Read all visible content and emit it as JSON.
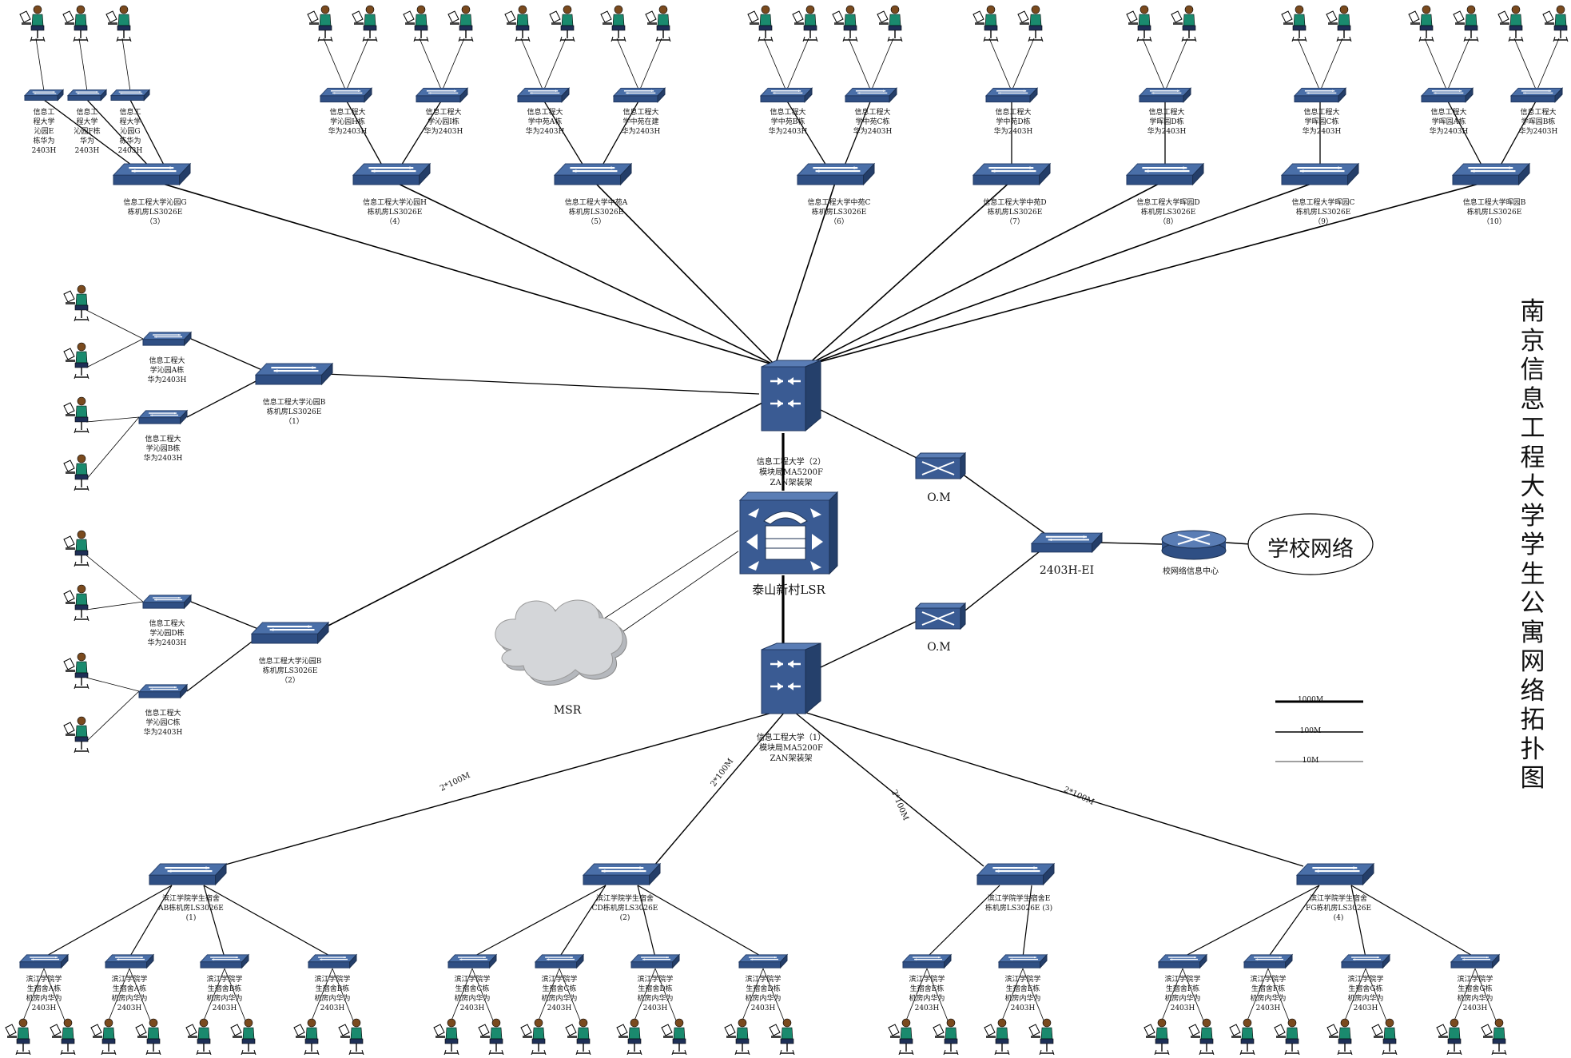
{
  "title": "南京信息工程大学学生公寓网络拓扑图",
  "core": {
    "top_label": "信息工程大学（2）\n模块局MA5200F\nZAN架装架",
    "bottom_label": "信息工程大学（1）\n模块局MA5200F\nZAN架装架"
  },
  "lsr_label": "泰山新村LSR",
  "msr_label": "MSR",
  "om_label": "O.M",
  "agg_label": "2403H-EI",
  "router_label": "校网络信息中心",
  "campus_label": "学校网络",
  "legend": {
    "l1000": "1000M",
    "l100": "100M",
    "l10": "10M"
  },
  "link_labels": [
    "2*100M",
    "2*100M",
    "2*100M",
    "2*100M"
  ],
  "top_groups": [
    {
      "label": "信息工程大学沁园G\n栋机房LS3026E\n（3）",
      "subs": [
        "信息工\n程大学\n沁园E\n栋华为\n2403H",
        "信息工\n程大学\n沁园F栋\n华为\n2403H",
        "信息工\n程大学\n沁园G\n栋华为\n2403H"
      ]
    },
    {
      "label": "信息工程大学沁园H\n栋机房LS3026E\n（4）",
      "subs": [
        "信息工程大\n学沁园H栋\n华为2403H",
        "信息工程大\n学沁园I栋\n华为2403H"
      ]
    },
    {
      "label": "信息工程大学中苑A\n栋机房LS3026E\n（5）",
      "subs": [
        "信息工程大\n学中苑A栋\n华为2403H",
        "信息工程大\n学中苑在建\n华为2403H"
      ]
    },
    {
      "label": "信息工程大学中苑C\n栋机房LS3026E\n（6）",
      "subs": [
        "信息工程大\n学中苑B栋\n华为2403H",
        "信息工程大\n学中苑C栋\n华为2403H"
      ]
    },
    {
      "label": "信息工程大学中苑D\n栋机房LS3026E\n（7）",
      "subs": [
        "信息工程大\n学中苑D栋\n华为2403H"
      ]
    },
    {
      "label": "信息工程大学晖园D\n栋机房LS3026E\n（8）",
      "subs": [
        "信息工程大\n学晖园D栋\n华为2403H"
      ]
    },
    {
      "label": "信息工程大学晖园C\n栋机房LS3026E\n（9）",
      "subs": [
        "信息工程大\n学晖园C栋\n华为2403H"
      ]
    },
    {
      "label": "信息工程大学晖园B\n栋机房LS3026E\n（10）",
      "subs": [
        "信息工程大\n学晖园A栋\n华为2403H",
        "信息工程大\n学晖园B栋\n华为2403H"
      ]
    }
  ],
  "left_groups": [
    {
      "label": "信息工程大学沁园B\n栋机房LS3026E\n（1）",
      "subs": [
        "信息工程大\n学沁园A栋\n华为2403H",
        "信息工程大\n学沁园B栋\n华为2403H"
      ]
    },
    {
      "label": "信息工程大学沁园B\n栋机房LS3026E\n（2）",
      "subs": [
        "信息工程大\n学沁园D栋\n华为2403H",
        "信息工程大\n学沁园C栋\n华为2403H"
      ]
    }
  ],
  "bottom_groups": [
    {
      "label": "滨江学院学生宿舍\nAB栋机房LS3026E\n(1)",
      "subs": [
        "滨江学院学\n生宿舍A栋\n机房内华为\n2403H",
        "滨江学院学\n生宿舍A栋\n机房内华为\n2403H",
        "滨江学院学\n生宿舍B栋\n机房内华为\n2403H",
        "滨江学院学\n生宿舍B栋\n机房内华为\n2403H"
      ]
    },
    {
      "label": "滨江学院学生宿舍\nCD栋机房LS3026E\n(2)",
      "subs": [
        "滨江学院学\n生宿舍C栋\n机房内华为\n2403H",
        "滨江学院学\n生宿舍C栋\n机房内华为\n2403H",
        "滨江学院学\n生宿舍D栋\n机房内华为\n2403H",
        "滨江学院学\n生宿舍D栋\n机房内华为\n2403H"
      ]
    },
    {
      "label": "滨江学院学生宿舍E\n栋机房LS3026E (3)",
      "subs": [
        "滨江学院学\n生宿舍E栋\n机房内华为\n2403H",
        "滨江学院学\n生宿舍E栋\n机房内华为\n2403H"
      ]
    },
    {
      "label": "滨江学院学生宿舍\nFG栋机房LS3026E\n(4)",
      "subs": [
        "滨江学院学\n生宿舍F栋\n机房内华为\n2403H",
        "滨江学院学\n生宿舍F栋\n机房内华为\n2403H",
        "滨江学院学\n生宿舍G栋\n机房内华为\n2403H",
        "滨江学院学\n生宿舍G栋\n机房内华为\n2403H"
      ]
    }
  ]
}
